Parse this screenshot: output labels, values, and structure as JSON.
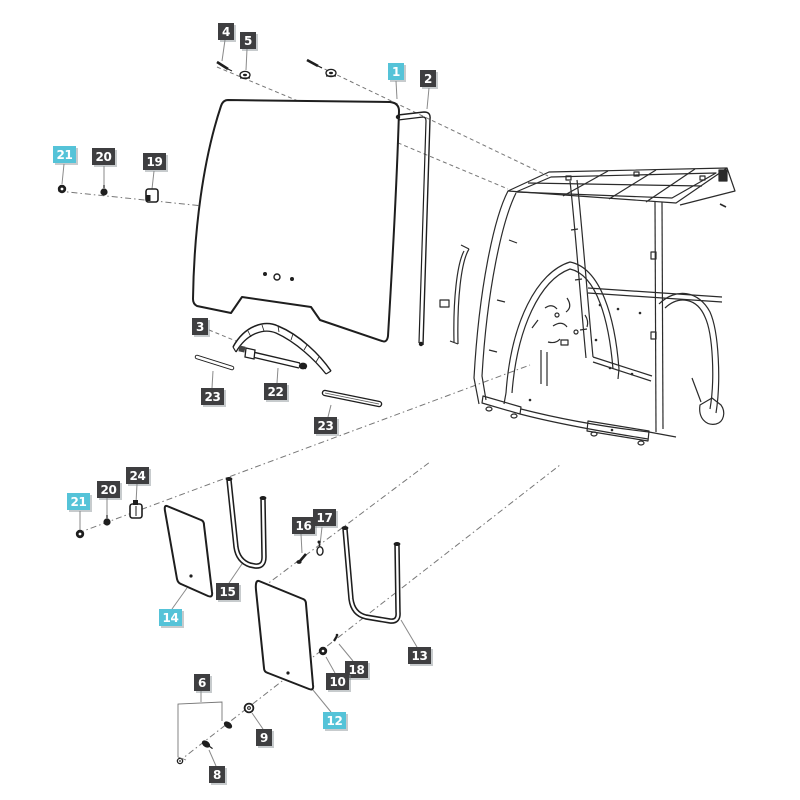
{
  "diagram_type": "exploded-parts-diagram-tractor-cab-glazing",
  "colors": {
    "background": "#ffffff",
    "label_dark": "#3e3e40",
    "label_highlight": "#55c3d8",
    "label_text": "#ffffff",
    "line": "#2b2b2b",
    "leader": "#8a8a8a"
  },
  "highlighted_parts": [
    "1",
    "21",
    "14",
    "12"
  ],
  "labels": {
    "l4": {
      "text": "4"
    },
    "l5": {
      "text": "5"
    },
    "l1": {
      "text": "1"
    },
    "l2": {
      "text": "2"
    },
    "l21a": {
      "text": "21"
    },
    "l20a": {
      "text": "20"
    },
    "l19": {
      "text": "19"
    },
    "l3": {
      "text": "3"
    },
    "l23a": {
      "text": "23"
    },
    "l22": {
      "text": "22"
    },
    "l23b": {
      "text": "23"
    },
    "l24": {
      "text": "24"
    },
    "l20b": {
      "text": "20"
    },
    "l21b": {
      "text": "21"
    },
    "l16": {
      "text": "16"
    },
    "l17": {
      "text": "17"
    },
    "l15": {
      "text": "15"
    },
    "l14": {
      "text": "14"
    },
    "l13": {
      "text": "13"
    },
    "l18": {
      "text": "18"
    },
    "l10": {
      "text": "10"
    },
    "l12": {
      "text": "12"
    },
    "l6": {
      "text": "6"
    },
    "l9": {
      "text": "9"
    },
    "l8": {
      "text": "8"
    }
  }
}
